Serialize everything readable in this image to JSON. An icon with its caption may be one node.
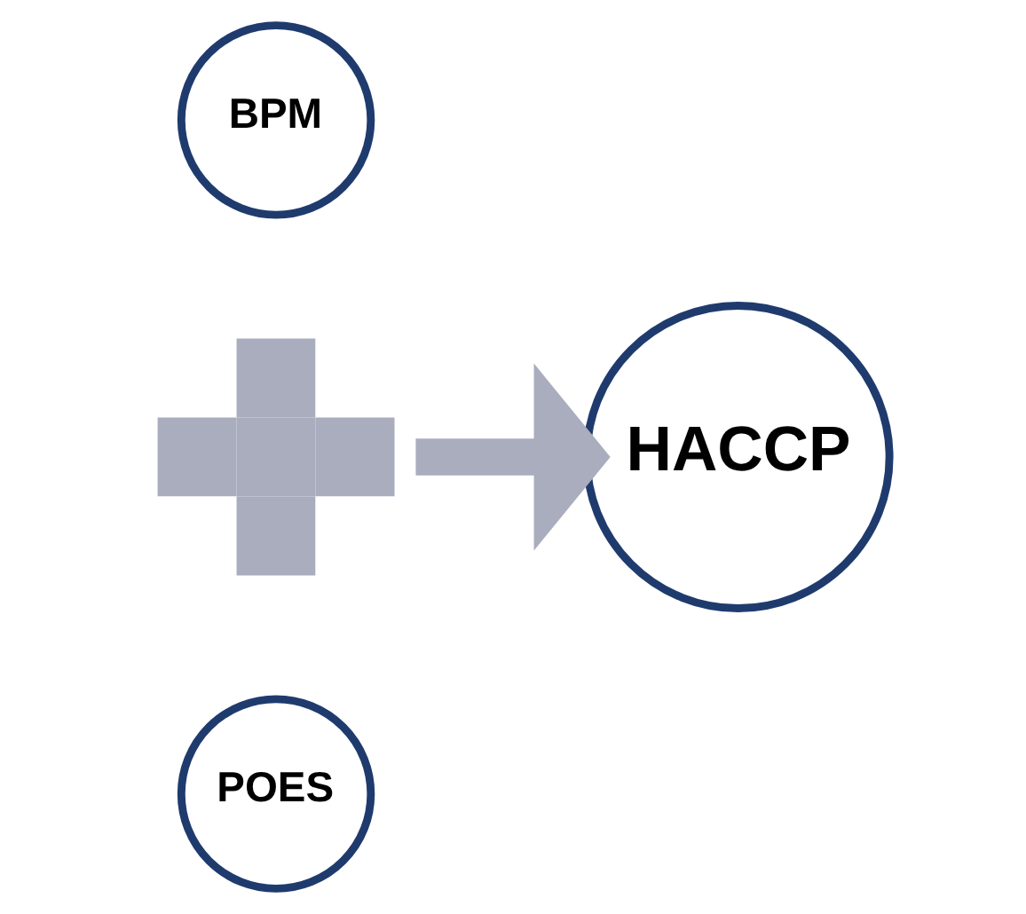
{
  "diagram": {
    "nodes": [
      {
        "text": [
          "BPM"
        ]
      },
      {
        "text": [],
        "shape": "cross"
      },
      {
        "text": [
          "POES"
        ]
      },
      {
        "text": [
          "HACCP"
        ]
      }
    ],
    "edges": [
      {
        "from": 1,
        "to": 3,
        "arrow": "to",
        "color": "#a9adbe"
      }
    ]
  }
}
